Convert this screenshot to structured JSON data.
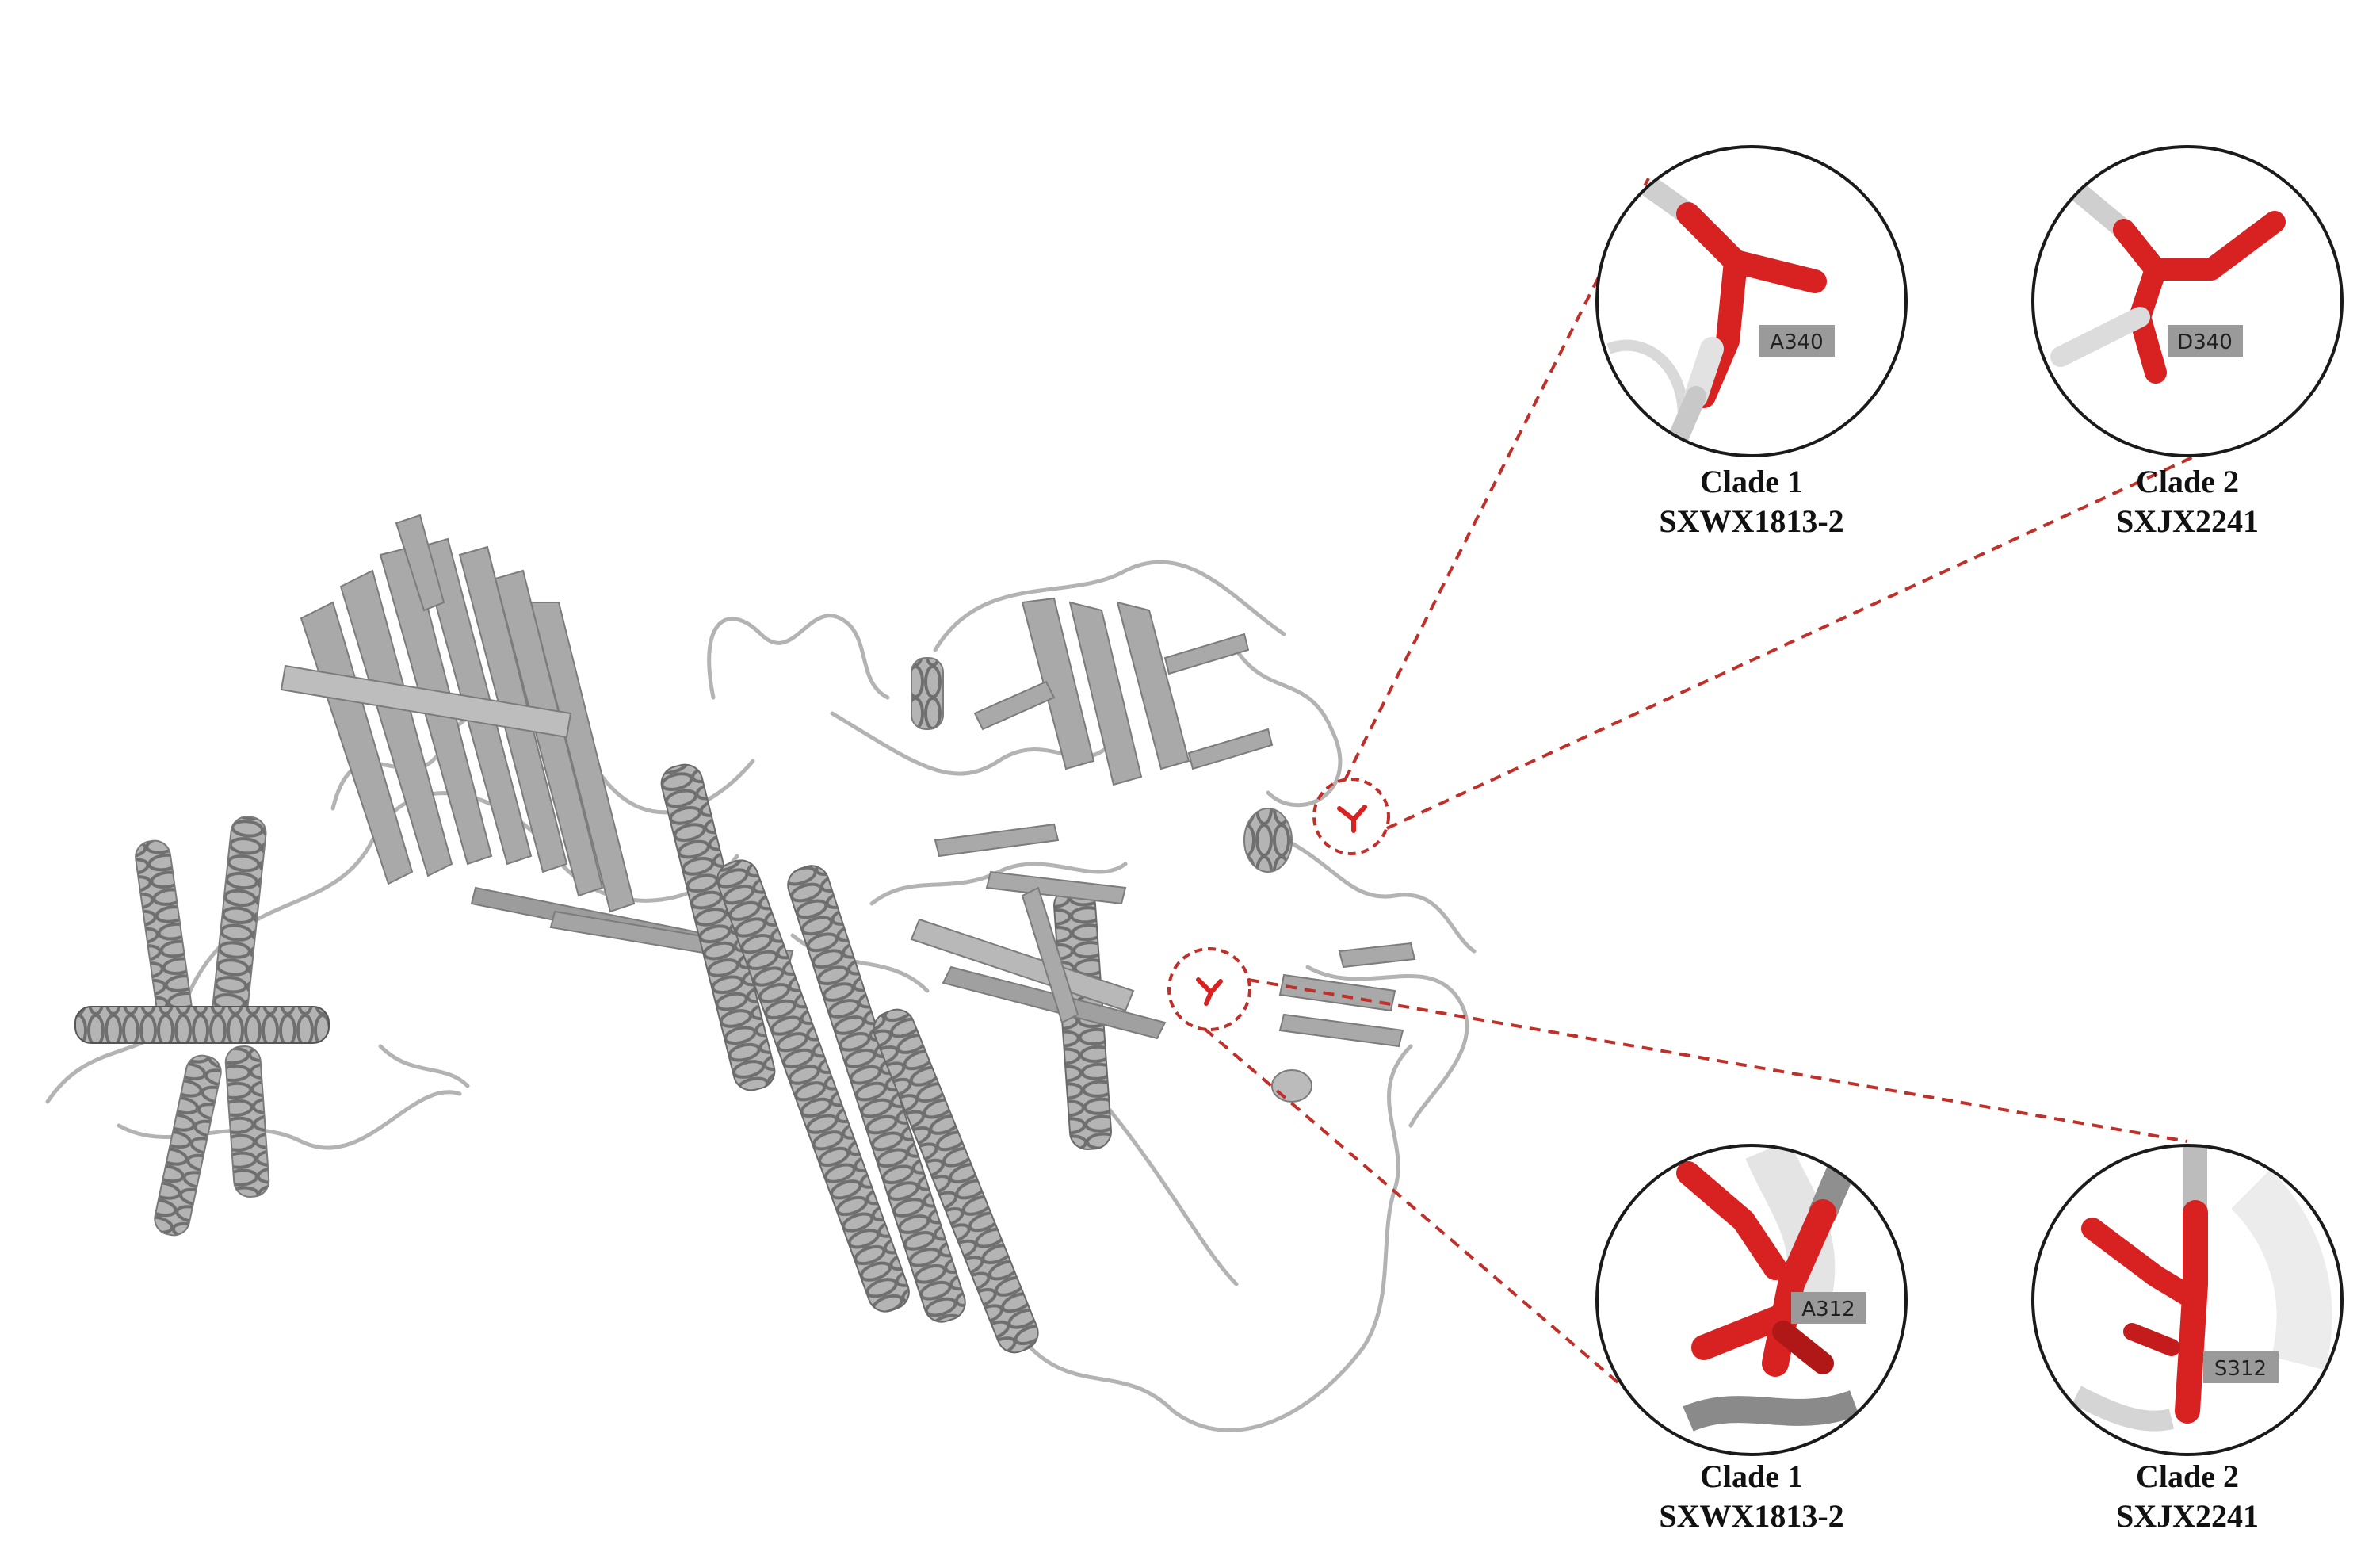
{
  "colors": {
    "protein": "#a9a9a9",
    "protein_dark": "#808080",
    "residue": "#d82222",
    "callout_line": "#c0302a",
    "circle_border": "#1a1a1a",
    "label_bg": "#9a9a9a"
  },
  "insets": [
    {
      "id": "top-left",
      "residue_label": "A340",
      "clade": "Clade 1",
      "strain": "SXWX1813-2"
    },
    {
      "id": "top-right",
      "residue_label": "D340",
      "clade": "Clade 2",
      "strain": "SXJX2241"
    },
    {
      "id": "bottom-left",
      "residue_label": "A312",
      "clade": "Clade 1",
      "strain": "SXWX1813-2"
    },
    {
      "id": "bottom-right",
      "residue_label": "S312",
      "clade": "Clade 2",
      "strain": "SXJX2241"
    }
  ]
}
